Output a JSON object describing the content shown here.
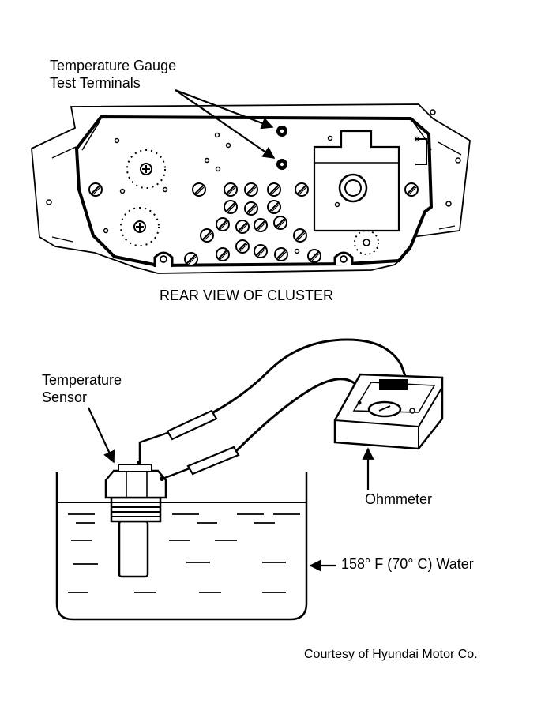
{
  "labels": {
    "gauge_terminals_line1": "Temperature Gauge",
    "gauge_terminals_line2": "Test Terminals",
    "cluster_caption": "REAR VIEW OF CLUSTER",
    "sensor_line1": "Temperature",
    "sensor_line2": "Sensor",
    "ohmmeter": "Ohmmeter",
    "water": "158° F (70° C) Water",
    "credit": "Courtesy of Hyundai Motor Co."
  }
}
